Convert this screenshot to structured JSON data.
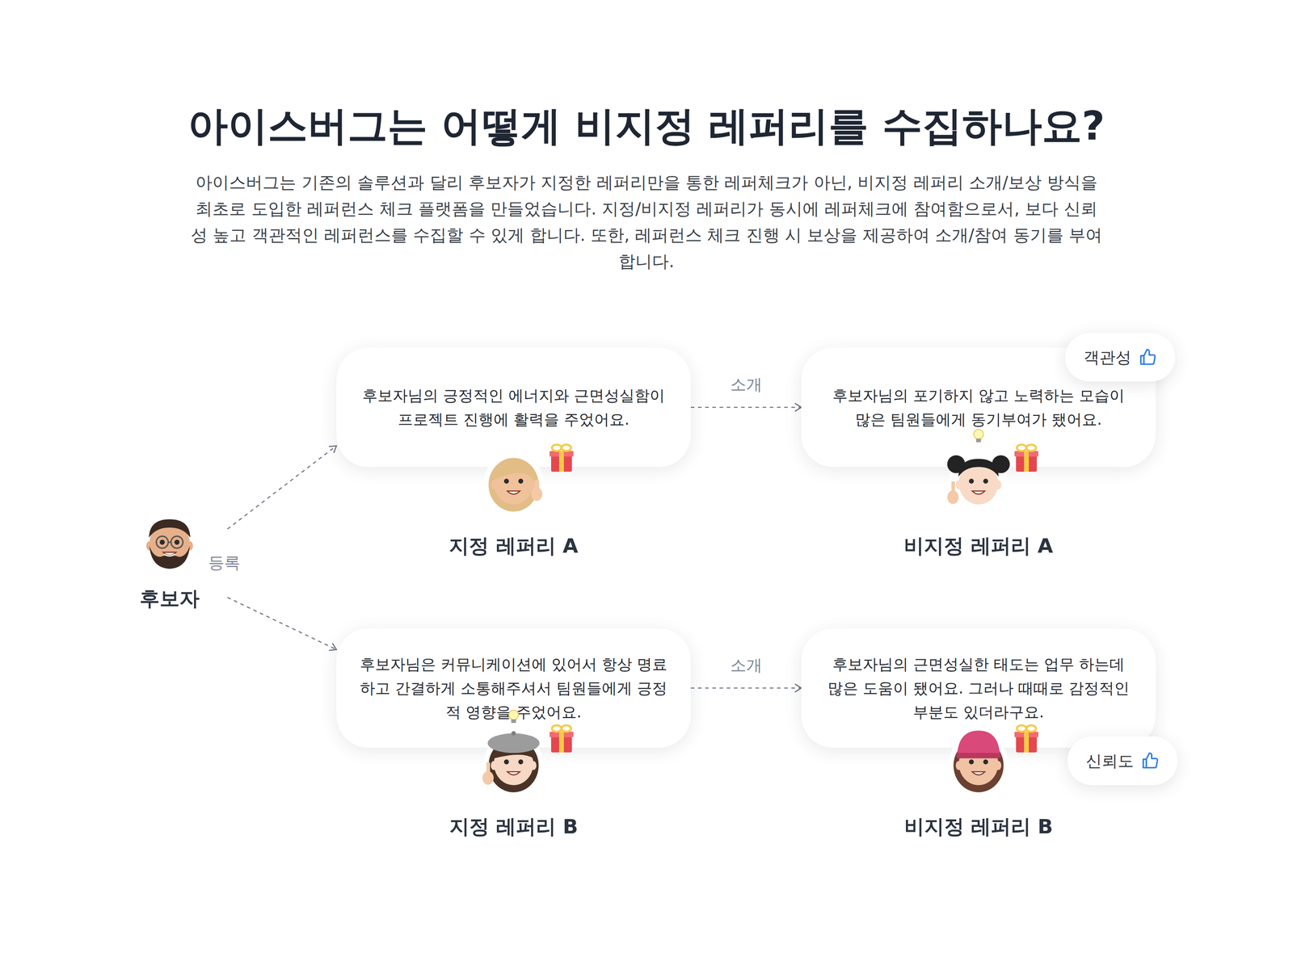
{
  "diagram": {
    "title": "아이스버그는 어떻게 비지정 레퍼리를 수집하나요?",
    "caption": "아이스버그는 기존의 솔루션과 달리 후보자가 지정한 레퍼리만을 통한 레퍼체크가 아닌, 비지정 레퍼리 소개/보상 방식을 최초로 도입한 레퍼런스 체크 플랫폼을 만들었습니다. 지정/비지정 레퍼리가 동시에 레퍼체크에 참여함으로서, 보다 신뢰성 높고 객관적인 레퍼런스를 수집할 수 있게 합니다. 또한, 레퍼런스 체크 진행 시 보상을 제공하여 소개/참여 동기를 부여합니다.",
    "nodes": [
      {
        "text": [
          "후보자"
        ]
      },
      {
        "text": [
          "후보자님의 긍정적인 에너지와 근면성실함이 프로젝트 진행에 활력을 주었어요.",
          "지정 레퍼리 A"
        ]
      },
      {
        "text": [
          "후보자님의 포기하지 않고 노력하는 모습이 많은 팀원들에게 동기부여가 됐어요.",
          "비지정 레퍼리 A"
        ]
      },
      {
        "text": [
          "객관성"
        ]
      },
      {
        "text": [
          "후보자님은 커뮤니케이션에 있어서 항상 명료하고 간결하게 소통해주셔서 팀원들에게 긍정적 영향을 주었어요.",
          "지정 레퍼리 B"
        ]
      },
      {
        "text": [
          "후보자님의 근면성실한 태도는 업무 하는데 많은 도움이 됐어요. 그러나 때때로 감정적인 부분도 있더라구요.",
          "비지정 레퍼리 B"
        ]
      },
      {
        "text": [
          "신뢰도"
        ]
      }
    ],
    "edges": [
      {
        "from": 0,
        "to": 1,
        "arrow": "to"
      },
      {
        "from": 0,
        "to": 4,
        "arrow": "to"
      },
      {
        "from": 1,
        "to": 2,
        "label": "소개",
        "arrow": "to"
      },
      {
        "from": 4,
        "to": 5,
        "label": "소개",
        "arrow": "to"
      }
    ],
    "labels": [
      "등록"
    ]
  }
}
